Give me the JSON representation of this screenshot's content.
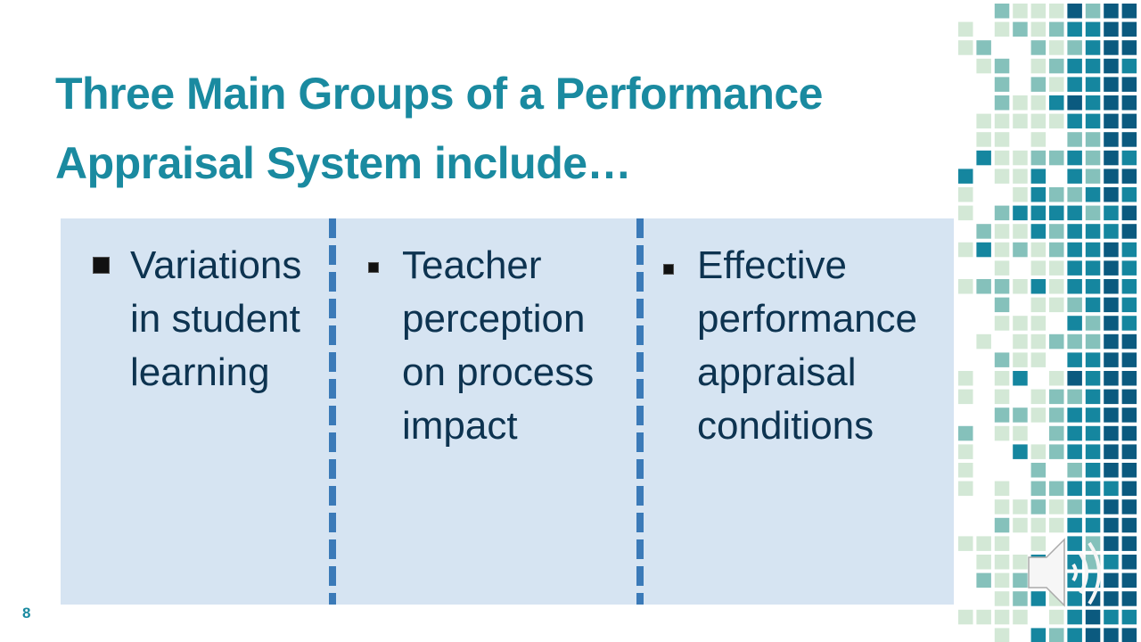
{
  "slide": {
    "title_lines": [
      "Three Main Groups of a Performance",
      "Appraisal System include…"
    ],
    "columns": [
      {
        "lines": [
          "Variations",
          "in student",
          "learning"
        ]
      },
      {
        "lines": [
          "Teacher",
          "perception",
          "on process",
          "impact"
        ]
      },
      {
        "lines": [
          "Effective",
          "performance",
          "appraisal",
          "conditions"
        ]
      }
    ],
    "page_number": "8"
  },
  "colors": {
    "title": "#1a8aa0",
    "body_text": "#0d3350",
    "panel": "#d6e4f2",
    "divider": "#3b7ab8",
    "mosaic": [
      "#d3e8d6",
      "#85c1bb",
      "#15869f",
      "#0b5a7f"
    ]
  },
  "icons": {
    "audio": "speaker-icon",
    "bullet": "square-bullet-icon"
  }
}
